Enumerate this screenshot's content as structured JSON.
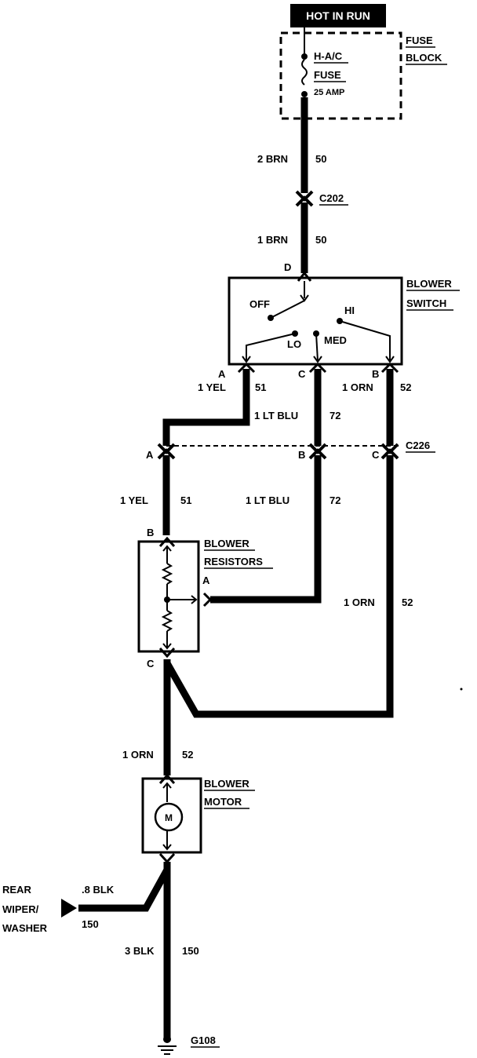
{
  "header": {
    "power_label": "HOT IN RUN"
  },
  "fuse_block": {
    "name_line1": "FUSE",
    "name_line2": "BLOCK",
    "fuse_line1": "H-A/C",
    "fuse_line2": "FUSE",
    "rating": "25 AMP"
  },
  "connectors": {
    "c202": "C202",
    "c226": "C226",
    "g108": "G108"
  },
  "blower_switch": {
    "name_line1": "BLOWER",
    "name_line2": "SWITCH",
    "pin_d": "D",
    "pin_a": "A",
    "pin_b": "B",
    "pin_c": "C",
    "pos_off": "OFF",
    "pos_lo": "LO",
    "pos_med": "MED",
    "pos_hi": "HI"
  },
  "c226_pins": {
    "a": "A",
    "b": "B",
    "c": "C"
  },
  "blower_resistors": {
    "name_line1": "BLOWER",
    "name_line2": "RESISTORS",
    "pin_a": "A",
    "pin_b": "B",
    "pin_c": "C"
  },
  "blower_motor": {
    "name_line1": "BLOWER",
    "name_line2": "MOTOR",
    "symbol": "M"
  },
  "rear_wiper": {
    "line1": "REAR",
    "line2": "WIPER/",
    "line3": "WASHER"
  },
  "wires": {
    "w1_size": "2 BRN",
    "w1_circuit": "50",
    "w2_size": "1 BRN",
    "w2_circuit": "50",
    "w3_size": "1 YEL",
    "w3_circuit": "51",
    "w4_size": "1 LT BLU",
    "w4_circuit": "72",
    "w5_size": "1 ORN",
    "w5_circuit": "52",
    "w6_size": "1 YEL",
    "w6_circuit": "51",
    "w7_size": "1 LT BLU",
    "w7_circuit": "72",
    "w8_size": "1 ORN",
    "w8_circuit": "52",
    "w9_size": "1 ORN",
    "w9_circuit": "52",
    "w10_size": ".8 BLK",
    "w10_circuit": "150",
    "w11_size": "3 BLK",
    "w11_circuit": "150"
  }
}
